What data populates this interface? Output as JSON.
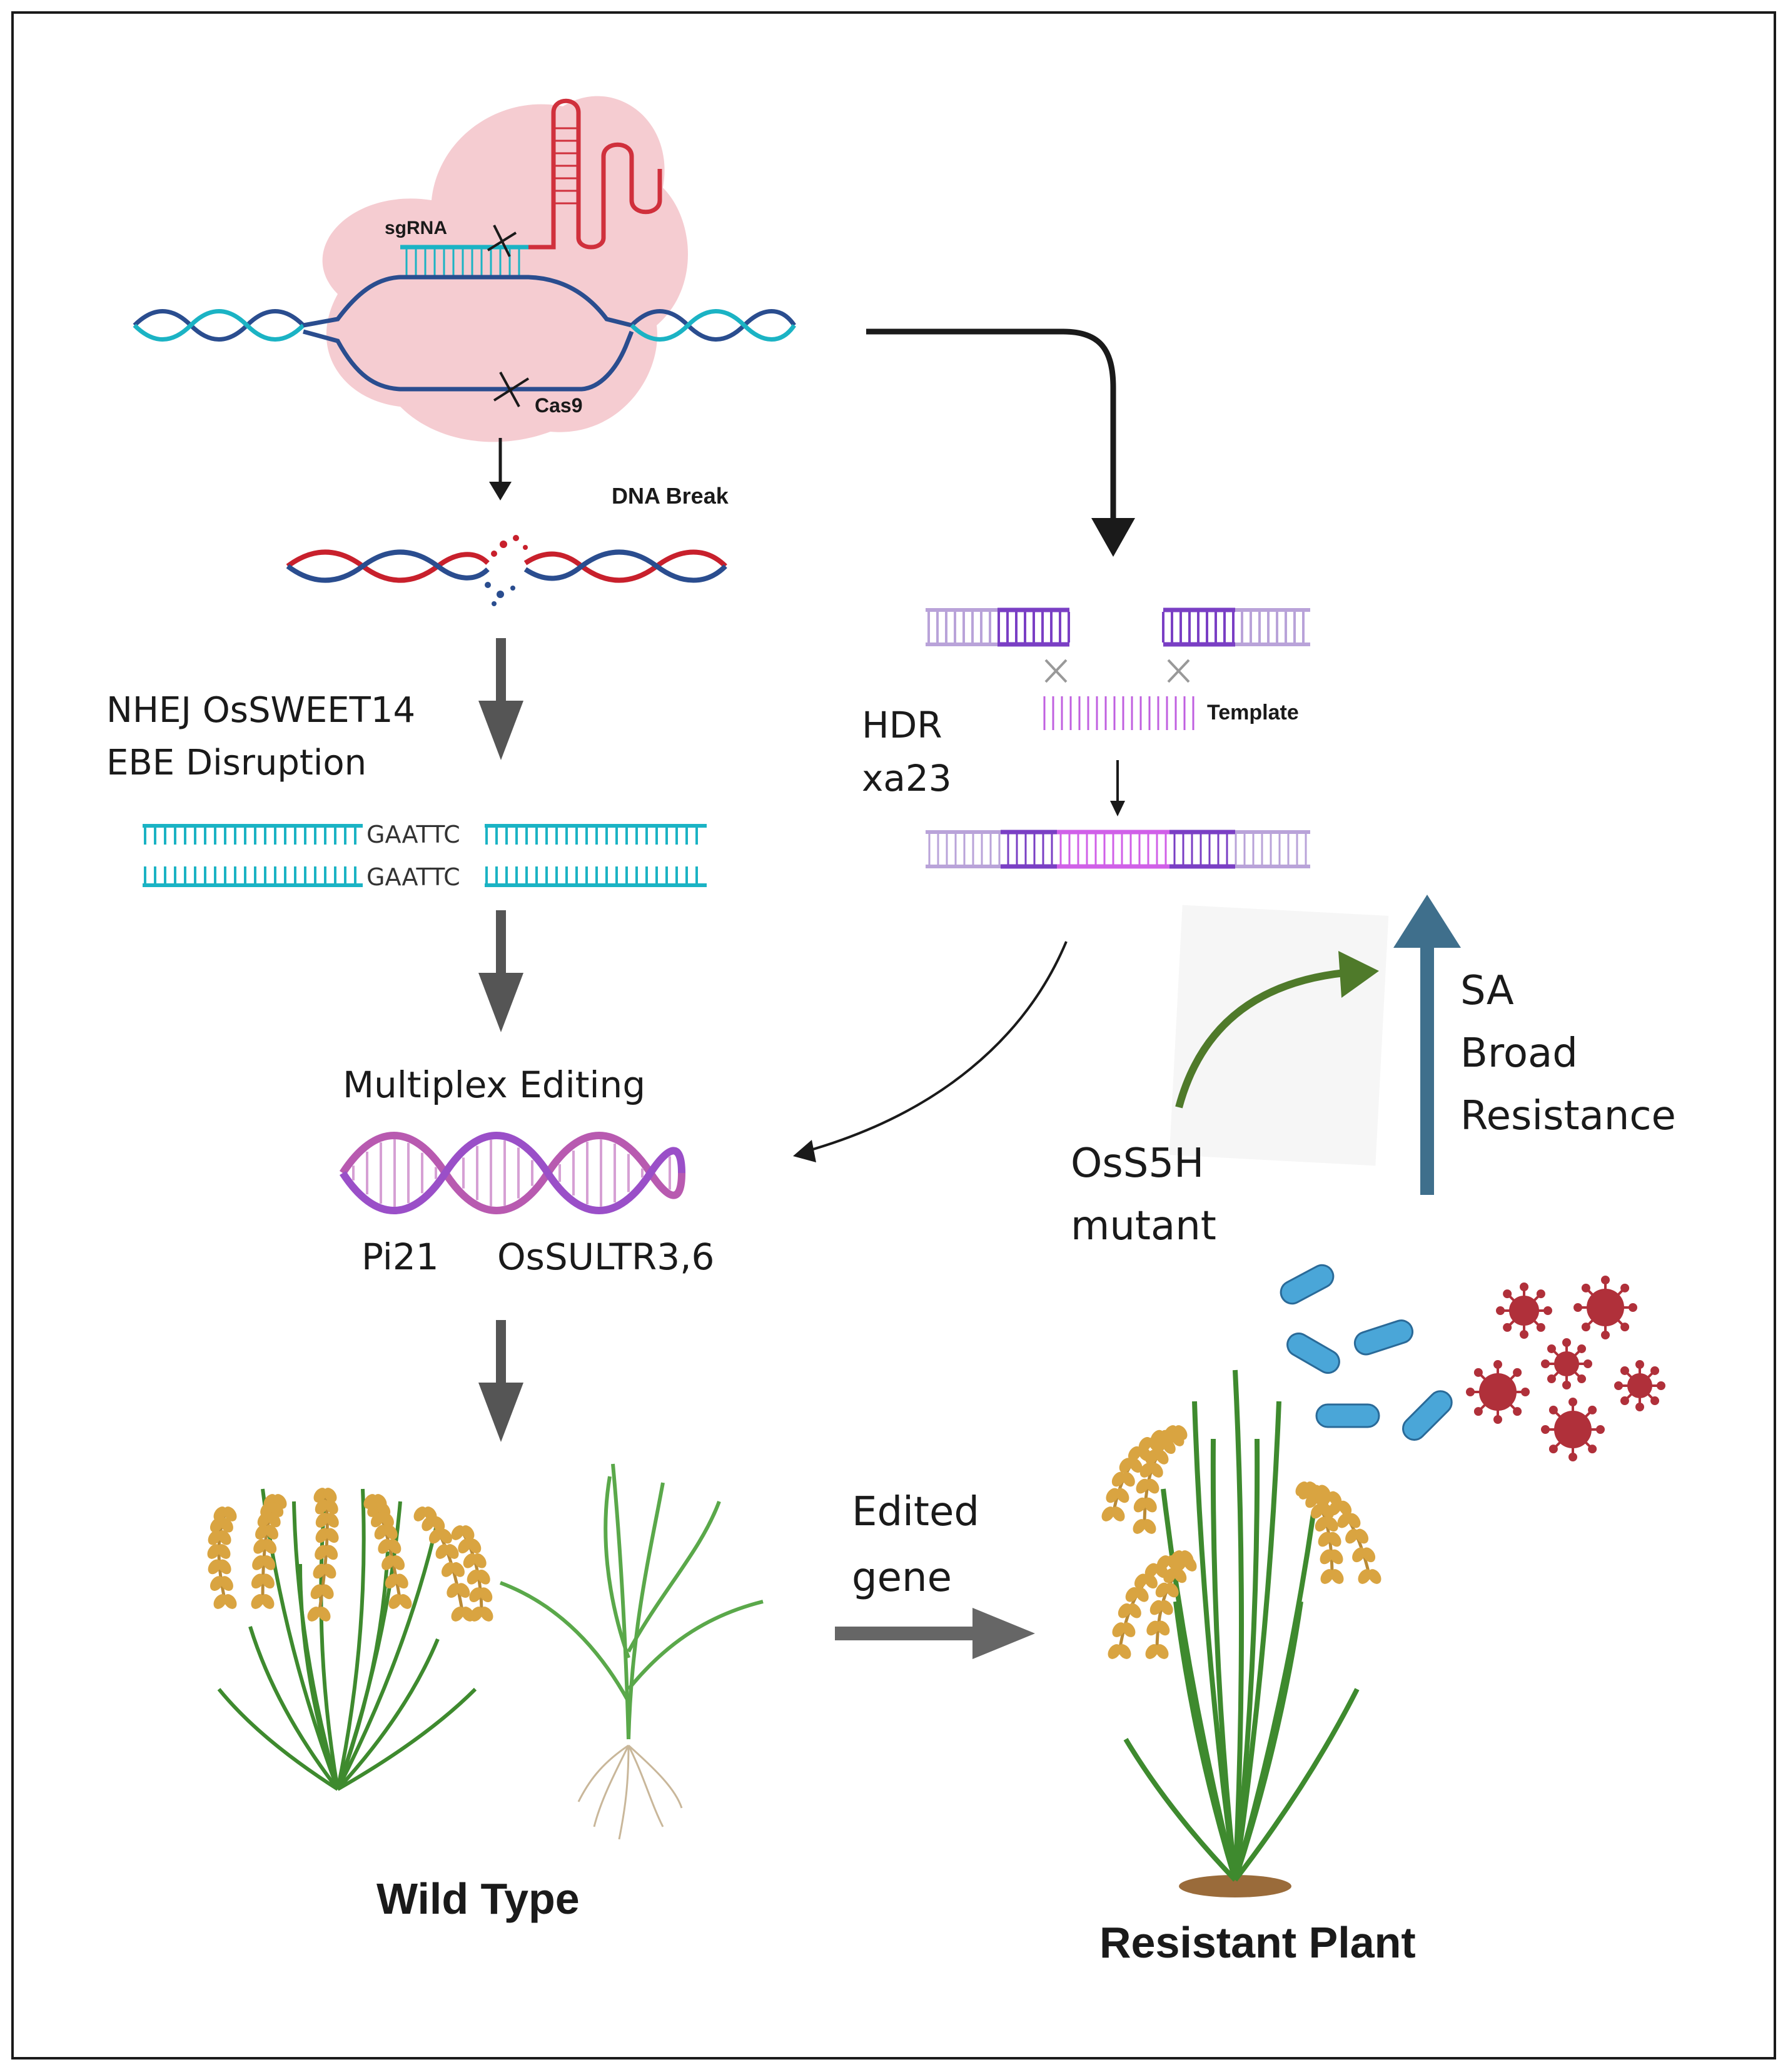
{
  "labels": {
    "sgrna": "sgRNA",
    "cas9": "Cas9",
    "dna_break": "DNA Break",
    "nhej_line1": "NHEJ OsSWEET14",
    "nhej_line2": "EBE Disruption",
    "ebe_seq_top": "GAATTC",
    "ebe_seq_bottom": "GAATTC",
    "hdr_line1": "HDR",
    "hdr_line2": "xa23",
    "template": "Template",
    "multiplex": "Multiplex Editing",
    "gene_pi21": "Pi21",
    "gene_ossultr": "OsSULTR3,6",
    "sa_line1": "SA",
    "sa_line2": "Broad",
    "sa_line3": "Resistance",
    "oss5h_line1": "OsS5H",
    "oss5h_line2": "mutant",
    "edited_line1": "Edited",
    "edited_line2": "gene",
    "wild_type": "Wild Type",
    "resistant_plant": "Resistant Plant"
  },
  "colors": {
    "dna_blue": "#2a4d8f",
    "dna_red": "#c8202c",
    "dna_teal": "#1bb3c4",
    "cas9_pink": "#f4c6cc",
    "sgrna_red": "#d0303c",
    "hdr_purple": "#7a3fc4",
    "hdr_light": "#b9a3d9",
    "template_magenta": "#c040e0",
    "multiplex_pink": "#c65ab8",
    "arrow_gray": "#555555",
    "sa_arrow": "#3f6f8c",
    "green_arrow": "#4f7a2a",
    "bacteria": "#4aa6d8",
    "virus": "#b0303a",
    "grain": "#d9a441",
    "leaf": "#3e8a2e"
  }
}
